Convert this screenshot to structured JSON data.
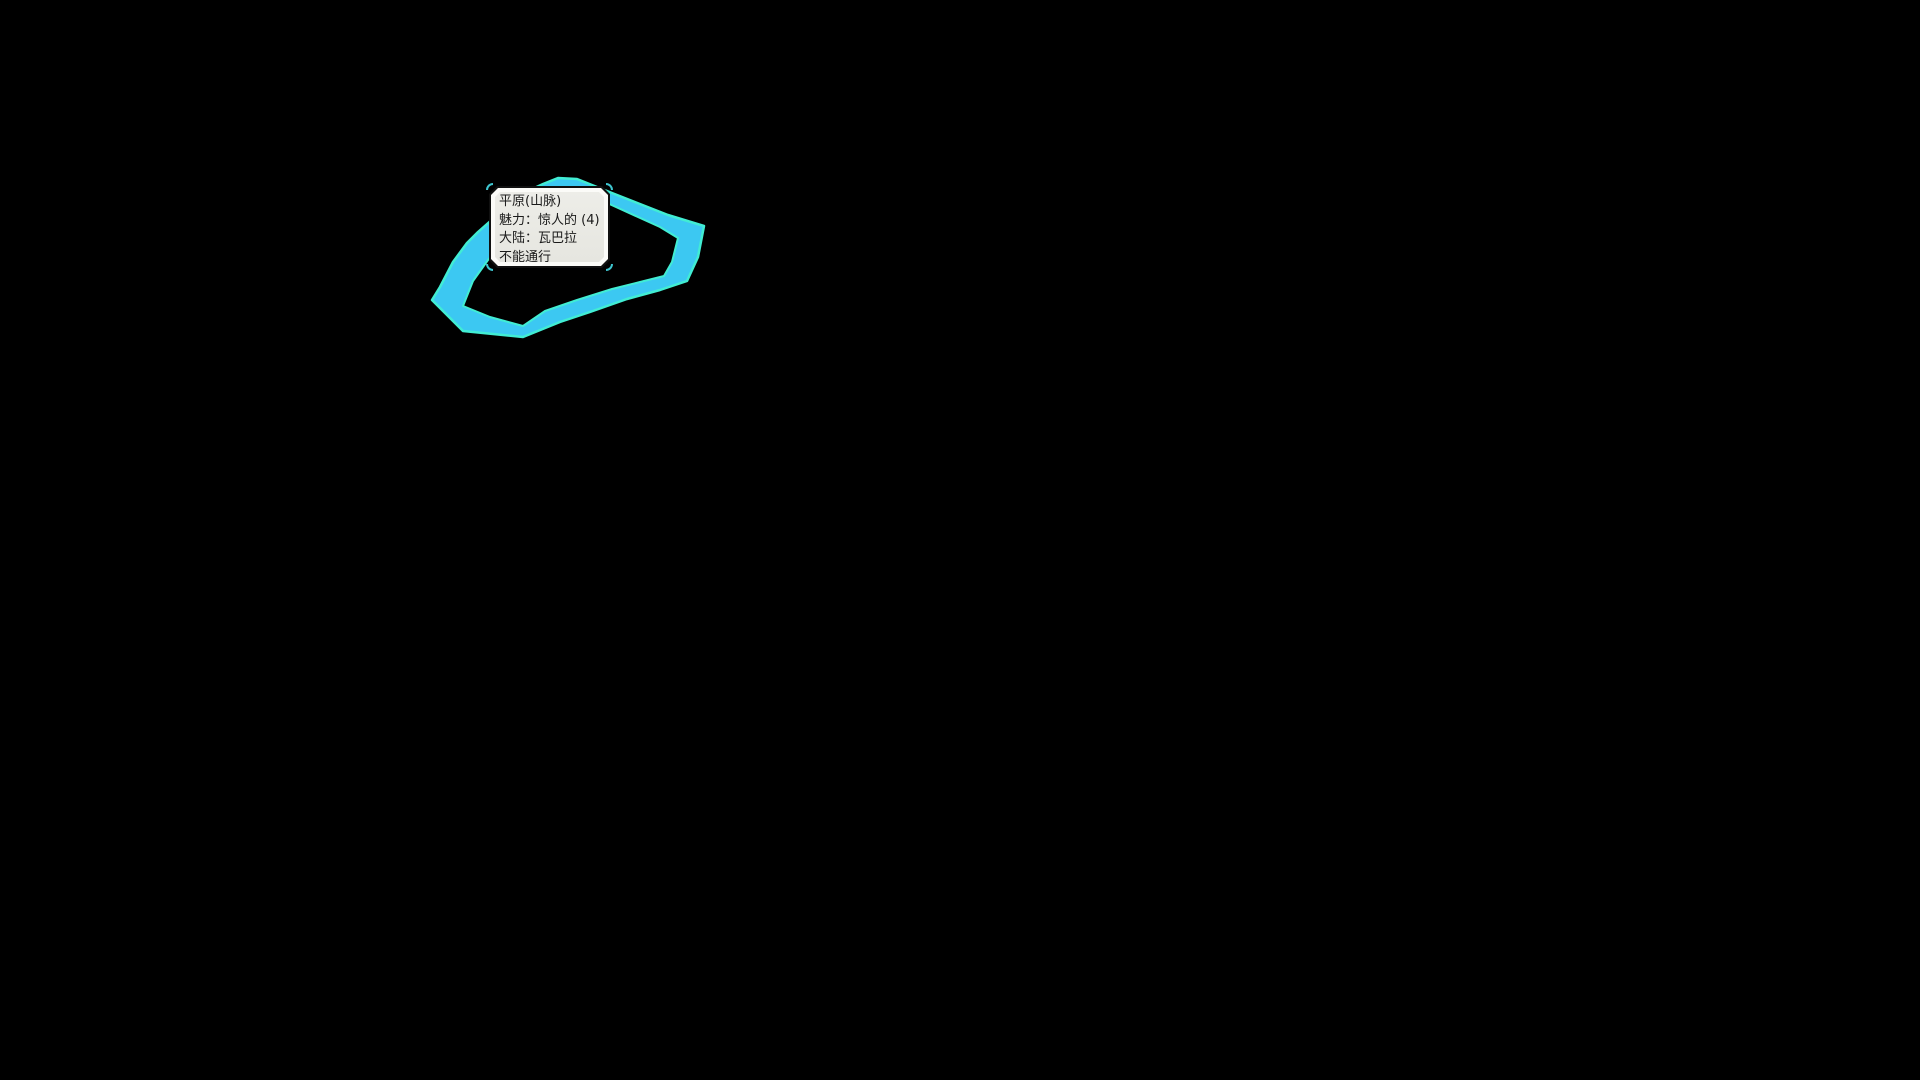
{
  "colors": {
    "background": "#000000",
    "highlight_fill": "#3CC8F2",
    "highlight_rim": "#41EDD3",
    "tooltip_background": "#E8E8E2",
    "tooltip_border": "#101010",
    "tooltip_inner_line": "#FBFBF8",
    "tooltip_text": "#1A1A1A",
    "corner_accent": "#3EC4CE"
  },
  "tooltip": {
    "lines": [
      "平原(山脉)",
      "魅力：惊人的 (4)",
      "大陆：瓦巴拉",
      "不能通行"
    ]
  },
  "map_highlight": {
    "outer_points": "543,184 558,178 577,179 612,193 668,215 704,226 698,257 687,281 660,290 627,299 590,312 560,322 523,337 463,331 432,300 440,287 453,262 467,243 478,232 495,217 515,200 530,190",
    "inner_points": "545,195 562,190 576,191 605,202 660,227 678,238 672,262 664,276 640,282 612,289 577,300 545,311 523,326 490,317 463,306 473,281 488,260 500,245 512,228 528,210"
  }
}
